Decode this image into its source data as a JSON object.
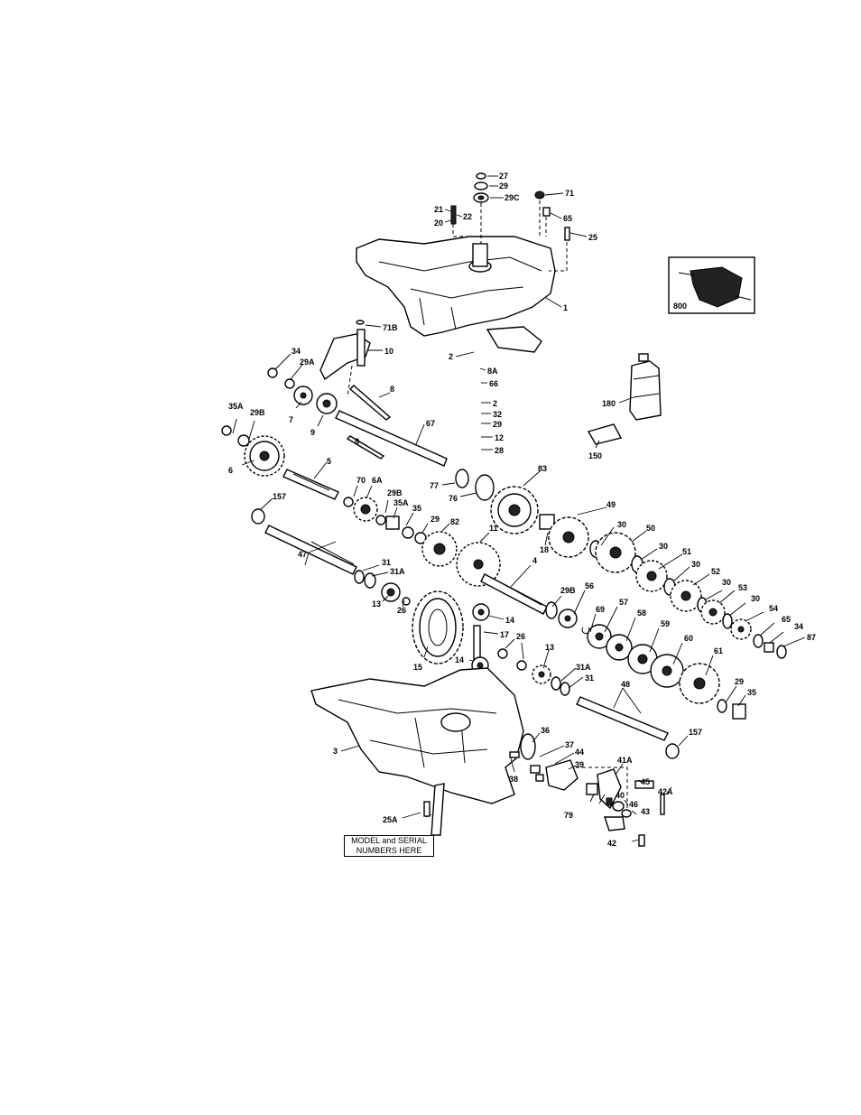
{
  "labels": {
    "p27": "27",
    "p29_top": "29",
    "p29C": "29C",
    "p71": "71",
    "p21": "21",
    "p22": "22",
    "p20": "20",
    "p65_top": "65",
    "p25": "25",
    "p1": "1",
    "p71B": "71B",
    "p10": "10",
    "p34_left": "34",
    "p29A": "29A",
    "p2_a": "2",
    "p8A": "8A",
    "p66": "66",
    "p2_b": "2",
    "p32": "32",
    "p29_mid": "29",
    "p12": "12",
    "p28": "28",
    "p8_a": "8",
    "p8_b": "8",
    "p7": "7",
    "p9": "9",
    "p67": "67",
    "p35A_left": "35A",
    "p29B_left": "29B",
    "p6": "6",
    "p5": "5",
    "p70": "70",
    "p6A": "6A",
    "p29B_mid": "29B",
    "p35A_mid": "35A",
    "p35_mid": "35",
    "p29_m2": "29",
    "p82": "82",
    "p77": "77",
    "p76": "76",
    "p83": "83",
    "p49": "49",
    "p18": "18",
    "p11": "11",
    "p157_a": "157",
    "p30_a": "30",
    "p50": "50",
    "p30_b": "30",
    "p51": "51",
    "p30_c": "30",
    "p52": "52",
    "p30_d": "30",
    "p53": "53",
    "p30_e": "30",
    "p54": "54",
    "p65_right": "65",
    "p34_right": "34",
    "p87": "87",
    "p47": "47",
    "p31_a": "31",
    "p31A_a": "31A",
    "p13_a": "13",
    "p26_a": "26",
    "p4": "4",
    "p29B_r": "29B",
    "p56": "56",
    "p69": "69",
    "p57": "57",
    "p58": "58",
    "p59": "59",
    "p60": "60",
    "p61": "61",
    "p14_a": "14",
    "p17": "17",
    "p15": "15",
    "p14_b": "14",
    "p26_b": "26",
    "p13_b": "13",
    "p31A_b": "31A",
    "p31_b": "31",
    "p48": "48",
    "p29_r": "29",
    "p35_r": "35",
    "p157_b": "157",
    "p3": "3",
    "p36": "36",
    "p37": "37",
    "p44": "44",
    "p38": "38",
    "p39": "39",
    "p41A": "41A",
    "p45": "45",
    "p42A": "42A",
    "p40": "40",
    "p46": "46",
    "p43": "43",
    "p79": "79",
    "p42": "42",
    "p25A": "25A",
    "p180": "180",
    "p150": "150",
    "p800": "800"
  },
  "model_box": {
    "line1": "MODEL and SERIAL",
    "line2": "NUMBERS HERE"
  }
}
